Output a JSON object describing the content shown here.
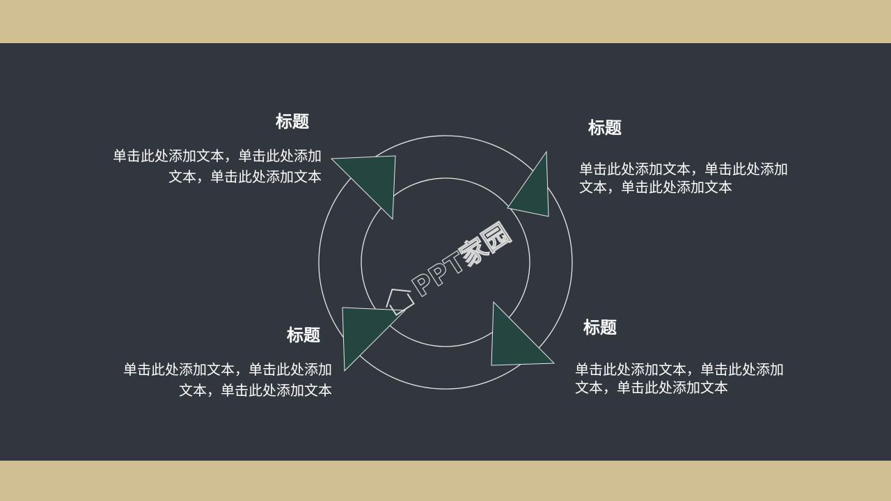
{
  "slide": {
    "colors": {
      "band": "#d0bf92",
      "background": "#32373f",
      "arrow_fill": "#254541",
      "ring_stroke": "#e8e8e8",
      "text": "#ffffff"
    },
    "watermark": "PPT家园",
    "blocks": [
      {
        "id": "top-left",
        "title": "标题",
        "body_line1": "单击此处添加文本，单击此处添加",
        "body_line2": "文本，单击此处添加文本"
      },
      {
        "id": "top-right",
        "title": "标题",
        "body_line1": "单击此处添加文本，单击此处添加",
        "body_line2": "文本，单击此处添加文本"
      },
      {
        "id": "bottom-left",
        "title": "标题",
        "body_line1": "单击此处添加文本，单击此处添加",
        "body_line2": "文本，单击此处添加文本"
      },
      {
        "id": "bottom-right",
        "title": "标题",
        "body_line1": "单击此处添加文本，单击此处添加",
        "body_line2": "文本，单击此处添加文本"
      }
    ]
  }
}
